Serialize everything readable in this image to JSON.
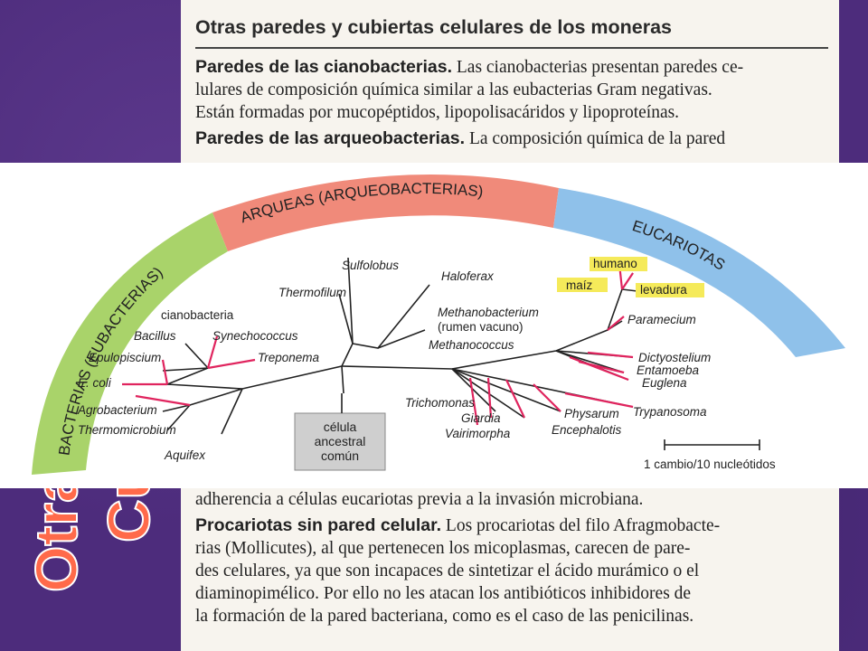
{
  "slide": {
    "title_line_1": "Otras Paredes",
    "title_line_2": "Cubiertas*"
  },
  "book": {
    "heading": "Otras paredes y cubiertas celulares de los moneras",
    "top_paragraphs": [
      {
        "lead": "Paredes de las cianobacterias.",
        "lines": [
          " Las cianobacterias presentan paredes ce-",
          "lulares de composición química similar a las eubacterias Gram negativas.",
          "Están formadas por mucopéptidos, lipopolisacáridos y lipoproteínas."
        ]
      },
      {
        "lead": "Paredes de las arqueobacterias.",
        "lines": [
          " La composición química de la pared"
        ]
      }
    ],
    "bottom_lines": [
      {
        "lead": "",
        "text": "adherencia a células eucariotas previa a la invasión microbiana."
      },
      {
        "lead": "Procariotas sin pared celular.",
        "text": " Los procariotas del filo Afragmobacte-"
      },
      {
        "lead": "",
        "text": "rias (Mollicutes), al que pertenecen los micoplasmas, carecen de pare-"
      },
      {
        "lead": "",
        "text": "des celulares, ya que son incapaces de sintetizar el ácido murámico o el"
      },
      {
        "lead": "",
        "text": "diaminopimélico. Por ello no les atacan los antibióticos inhibidores de"
      },
      {
        "lead": "",
        "text": "la formación de la pared bacteriana, como es el caso de las penicilinas."
      }
    ]
  },
  "tree": {
    "domains": {
      "bacteria": {
        "label": "BACTERIAS (EUBACTERIAS)",
        "color": "#a9d36a"
      },
      "archaea": {
        "label": "ARQUEAS (ARQUEOBACTERIAS)",
        "color": "#f08a7a"
      },
      "eukarya": {
        "label": "EUCARIOTAS",
        "color": "#8fc1ea"
      }
    },
    "root_label": [
      "célula",
      "ancestral",
      "común"
    ],
    "scale_label": "1 cambio/10 nucleótidos",
    "highlight_color": "#f5ea5a",
    "branch_color": "#222222",
    "tip_color": "#e0245e",
    "taxa": {
      "cianobacteria": "cianobacteria",
      "bacillus": "Bacillus",
      "synechococcus": "Synechococcus",
      "epulopiscium": "Epulopiscium",
      "treponema": "Treponema",
      "ecoli": "E. coli",
      "agrobacterium": "Agrobacterium",
      "thermomicrobium": "Thermomicrobium",
      "aquifex": "Aquifex",
      "sulfolobus": "Sulfolobus",
      "thermofilum": "Thermofilum",
      "haloferax": "Haloferax",
      "methanobacterium_1": "Methanobacterium",
      "methanobacterium_2": "(rumen vacuno)",
      "methanococcus": "Methanococcus",
      "trichomonas": "Trichomonas",
      "giardia": "Giardia",
      "vairimorpha": "Vairimorpha",
      "encephalotis": "Encephalotis",
      "physarum": "Physarum",
      "trypanosoma": "Trypanosoma",
      "euglena": "Euglena",
      "entamoeba": "Entamoeba",
      "dictyostelium": "Dictyostelium",
      "paramecium": "Paramecium",
      "humano": "humano",
      "maiz": "maíz",
      "levadura": "levadura"
    }
  }
}
